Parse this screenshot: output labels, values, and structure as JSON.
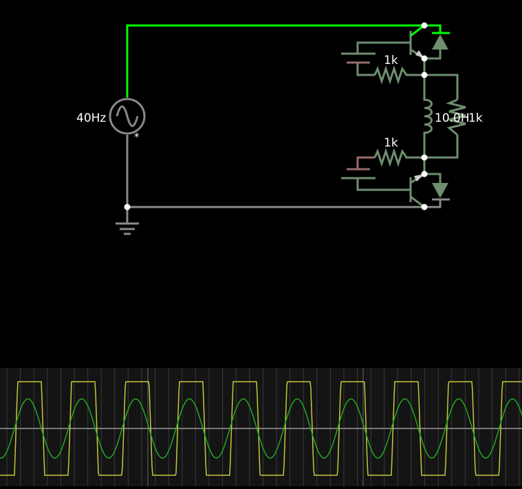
{
  "circuit": {
    "source_label": "40Hz",
    "source_marker": "*",
    "resistor_top_label": "1k",
    "resistor_bottom_label": "1k",
    "inductor_label": "10.0H",
    "resistor_right_label": "1k",
    "colors": {
      "active_wire": "#00ff00",
      "wire": "#808080",
      "low_green": "#6f8f6f",
      "low_red": "#9a6a6a",
      "node": "#ffffff"
    }
  },
  "scope": {
    "background": "#141414",
    "square_wave_color": "#c8c83c",
    "sine_wave_color": "#22aa22",
    "grid_color": "#3a3a3a",
    "axis_color": "#9a9a9a"
  }
}
